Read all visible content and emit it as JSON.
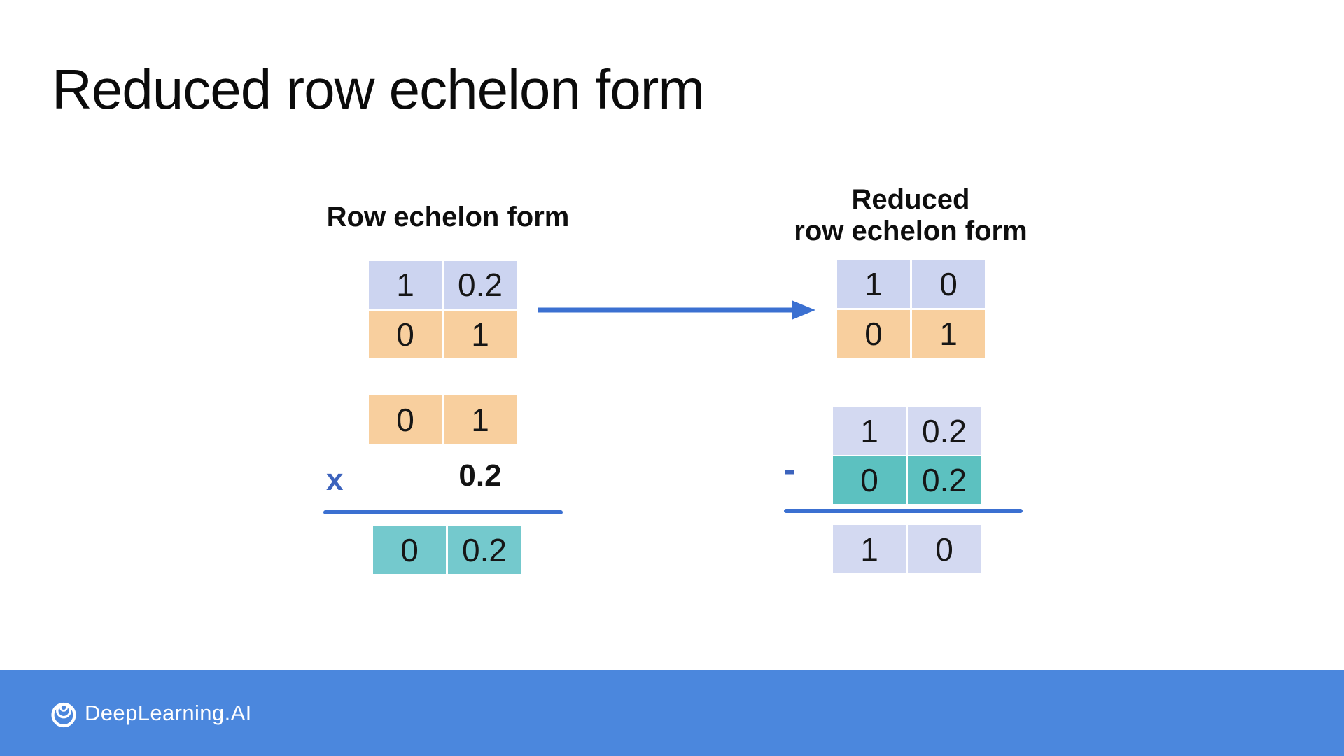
{
  "title": "Reduced row echelon form",
  "left": {
    "label": "Row echelon form",
    "matrix": [
      [
        "1",
        "0.2"
      ],
      [
        "0",
        "1"
      ]
    ],
    "step": {
      "operand": [
        "0",
        "1"
      ],
      "operator": "x",
      "multiplier": "0.2",
      "result": [
        "0",
        "0.2"
      ]
    }
  },
  "right": {
    "label": [
      "Reduced",
      "row echelon form"
    ],
    "matrix": [
      [
        "1",
        "0"
      ],
      [
        "0",
        "1"
      ]
    ],
    "step": {
      "minuend": [
        "1",
        "0.2"
      ],
      "operator": "-",
      "subtrahend": [
        "0",
        "0.2"
      ],
      "result": [
        "1",
        "0"
      ]
    }
  },
  "footer": {
    "brand": "DeepLearning.AI"
  },
  "colors": {
    "lavender": "#ccd4f0",
    "lavender_light": "#d3d9f1",
    "orange": "#f8cf9e",
    "teal_left": "#74c9cd",
    "teal_right": "#5cc1c0",
    "line_blue": "#3b70d1",
    "operator_blue": "#3c63bd",
    "footer_blue": "#4b87dd"
  },
  "icons": {
    "arrow": "right-arrow",
    "logo": "deeplearning-ai-logo"
  }
}
